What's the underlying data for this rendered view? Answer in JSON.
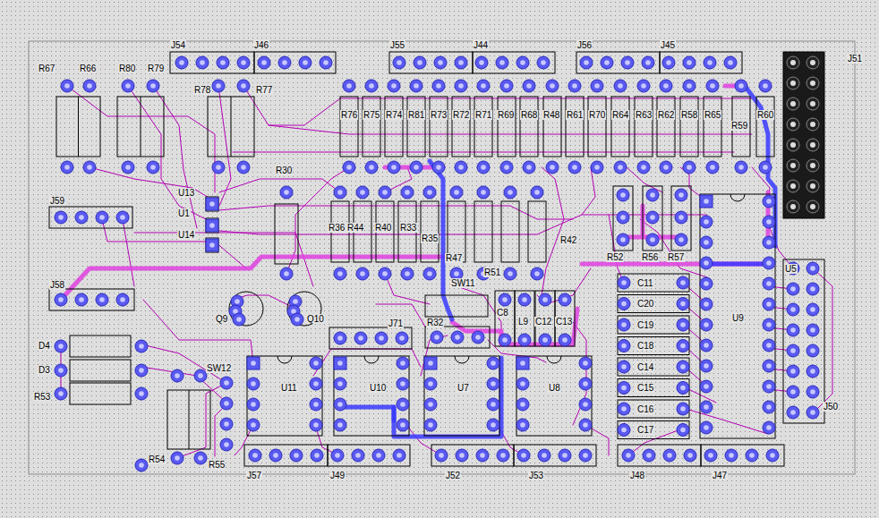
{
  "diagram": {
    "labels": [
      "J54",
      "J46",
      "J55",
      "J44",
      "J56",
      "J45",
      "J51",
      "R67",
      "R66",
      "R80",
      "R79",
      "R78",
      "R77",
      "R76",
      "R75",
      "R74",
      "R81",
      "R73",
      "R72",
      "R71",
      "R69",
      "R68",
      "R48",
      "R61",
      "R70",
      "R64",
      "R63",
      "R62",
      "R58",
      "R65",
      "R59",
      "R60",
      "R30",
      "U13",
      "U1",
      "U14",
      "J59",
      "R36",
      "R44",
      "R40",
      "R33",
      "R35",
      "R42",
      "R47",
      "R52",
      "R56",
      "R57",
      "R51",
      "J58",
      "SW11",
      "U5",
      "C11",
      "C20",
      "C19",
      "C18",
      "C14",
      "C15",
      "C16",
      "C17",
      "U9",
      "Q9",
      "Q10",
      "J71",
      "R32",
      "C8",
      "L9",
      "C12",
      "C13",
      "D4",
      "D3",
      "R53",
      "SW12",
      "U11",
      "U10",
      "U7",
      "U8",
      "J50",
      "R54",
      "R55",
      "J57",
      "J49",
      "J52",
      "J53",
      "J48",
      "J47"
    ]
  }
}
